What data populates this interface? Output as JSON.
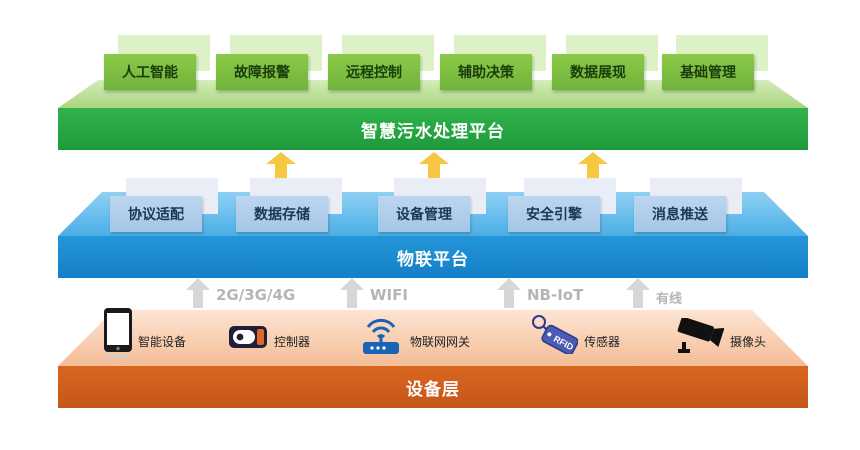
{
  "top_platform": {
    "title": "智慧污水处理平台",
    "modules": [
      "人工智能",
      "故障报警",
      "远程控制",
      "辅助决策",
      "数据展现",
      "基础管理"
    ]
  },
  "middle_platform": {
    "title": "物联平台",
    "modules": [
      "协议适配",
      "数据存储",
      "设备管理",
      "安全引擎",
      "消息推送"
    ]
  },
  "connections": [
    {
      "label": "2G/3G/4G",
      "icon": "up-arrow-icon"
    },
    {
      "label": "WIFI",
      "icon": "up-arrow-icon"
    },
    {
      "label": "NB-IoT",
      "icon": "up-arrow-icon"
    },
    {
      "label": "有线",
      "icon": "up-arrow-icon"
    }
  ],
  "device_layer": {
    "title": "设备层",
    "devices": [
      {
        "label": "智能设备",
        "icon": "smartphone-icon"
      },
      {
        "label": "控制器",
        "icon": "controller-icon"
      },
      {
        "label": "物联网网关",
        "icon": "router-icon"
      },
      {
        "label": "传感器",
        "icon": "rfid-tag-icon",
        "tag_text": "RFID"
      },
      {
        "label": "摄像头",
        "icon": "camera-icon"
      }
    ]
  },
  "colors": {
    "top_band": "#22a443",
    "top_prism": "#b7dd8f",
    "middle_band": "#1b8bd0",
    "middle_prism": "#5fb6ea",
    "bottom_band": "#cf5e1c",
    "bottom_prism": "#f7c7a7",
    "up_arrow_yellow": "#f6c842",
    "connection_arrow_gray": "#d6d6d6"
  }
}
